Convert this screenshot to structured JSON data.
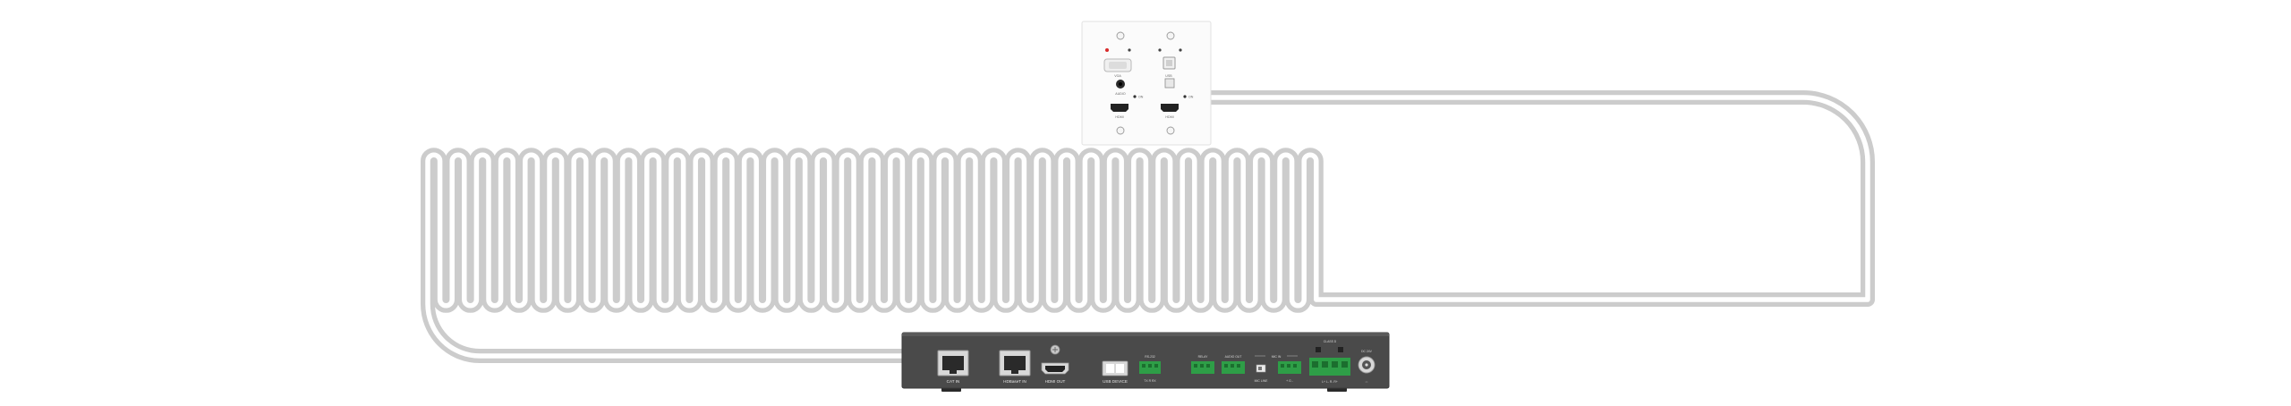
{
  "colors": {
    "background": "#ffffff",
    "cable": "#cccccc",
    "cable_core": "#ffffff",
    "wall_plate": "#fbfbfb",
    "receiver_body": "#4a4a4a",
    "terminal_green": "#2e9e47"
  },
  "wall_plate": {
    "labels": {
      "vga": "VGA",
      "audio": "AUDIO",
      "usb": "USB",
      "hdmi_1": "HDMI",
      "hdmi_2": "HDMI",
      "led_a": "ON",
      "led_b": "ON"
    }
  },
  "receiver": {
    "labels": {
      "lan_port": "CAT IN",
      "hdbaset_port": "HDBaseT IN",
      "hdmi_out": "HDMI OUT",
      "usb_port": "USB DEVICE",
      "rs232": "RS-232",
      "rs232_pins": "TX  R  RX",
      "relay": "RELAY",
      "audio_out": "AUDIO OUT",
      "mic_in": "MIC IN",
      "mic_line": "MIC  LINE",
      "mic_pins": "+  G  -",
      "class_d": "CLASS D",
      "class_d_pins": "L+  L- R- R+",
      "dc_in": "DC 24V",
      "power_symbol": "⎓"
    }
  },
  "icons": {
    "receiver_power": "power-connector-icon",
    "hdmi": "hdmi-port-icon",
    "rj45": "rj45-port-icon",
    "usb": "usb-port-icon",
    "terminal": "terminal-block-icon"
  }
}
